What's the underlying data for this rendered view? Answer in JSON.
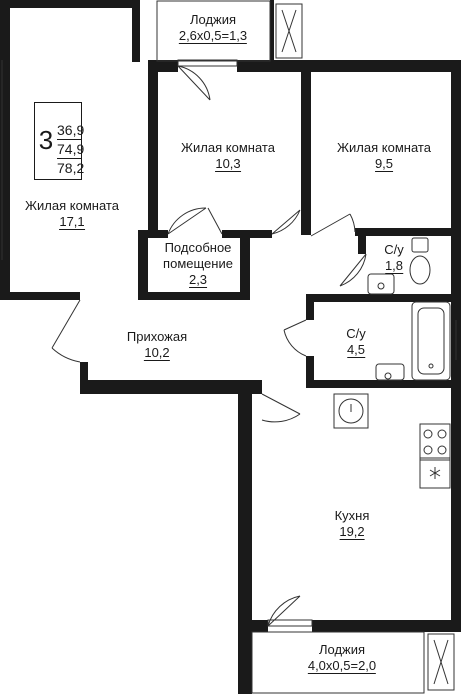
{
  "summary": {
    "rooms_count": "3",
    "areas": [
      "36,9",
      "74,9",
      "78,2"
    ]
  },
  "rooms": [
    {
      "key": "living_1",
      "name": "Жилая комната",
      "area": "17,1"
    },
    {
      "key": "living_2",
      "name": "Жилая комната",
      "area": "10,3"
    },
    {
      "key": "living_3",
      "name": "Жилая комната",
      "area": "9,5"
    },
    {
      "key": "utility",
      "name": "Подсобное помещение",
      "area": "2,3"
    },
    {
      "key": "hall",
      "name": "Прихожая",
      "area": "10,2"
    },
    {
      "key": "bath_small",
      "name": "С/у",
      "area": "1,8"
    },
    {
      "key": "bath_large",
      "name": "С/у",
      "area": "4,5"
    },
    {
      "key": "kitchen",
      "name": "Кухня",
      "area": "19,2"
    },
    {
      "key": "loggia_top",
      "name": "Лоджия",
      "area": "2,6x0,5=1,3"
    },
    {
      "key": "loggia_bottom",
      "name": "Лоджия",
      "area": "4,0x0,5=2,0"
    }
  ],
  "labels": {
    "utility_line1": "Подсобное",
    "utility_line2": "помещение"
  },
  "colors": {
    "wall": "#1a1a1a",
    "line": "#333333",
    "background": "#ffffff"
  }
}
